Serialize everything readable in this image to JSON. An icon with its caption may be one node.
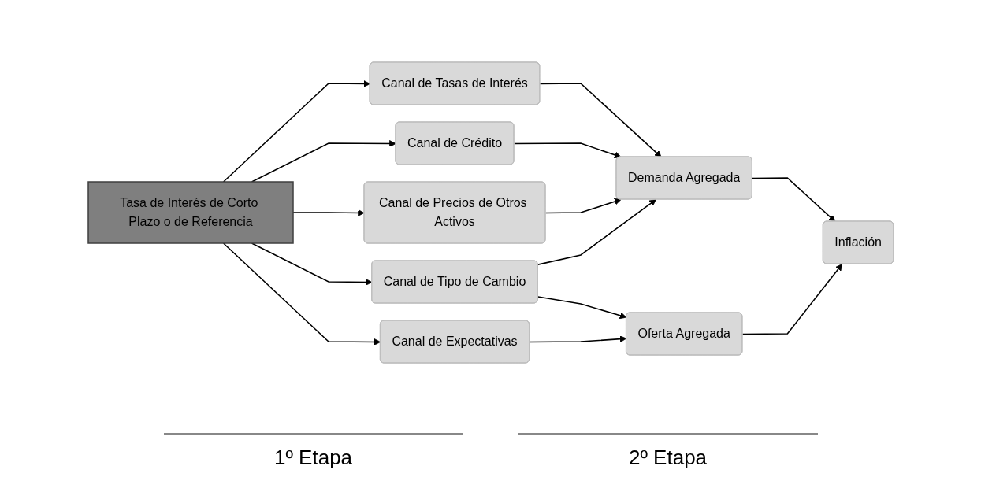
{
  "diagram": {
    "nodes": [
      {
        "text": [
          "Tasa de Interés de Corto Plazo o de Referencia"
        ]
      },
      {
        "text": [
          "Canal de Tasas de Interés"
        ]
      },
      {
        "text": [
          "Canal de Crédito"
        ]
      },
      {
        "text": [
          "Canal de Precios de Otros Activos"
        ]
      },
      {
        "text": [
          "Canal de Tipo de Cambio"
        ]
      },
      {
        "text": [
          "Canal de Expectativas"
        ]
      },
      {
        "text": [
          "Demanda Agregada"
        ]
      },
      {
        "text": [
          "Oferta Agregada"
        ]
      },
      {
        "text": [
          "Inflación"
        ]
      }
    ],
    "edges": [
      {
        "from": 0,
        "to": 1,
        "arrow": "to"
      },
      {
        "from": 0,
        "to": 2,
        "arrow": "to"
      },
      {
        "from": 0,
        "to": 3,
        "arrow": "to"
      },
      {
        "from": 0,
        "to": 4,
        "arrow": "to"
      },
      {
        "from": 0,
        "to": 5,
        "arrow": "to"
      },
      {
        "from": 1,
        "to": 6,
        "arrow": "to"
      },
      {
        "from": 2,
        "to": 6,
        "arrow": "to"
      },
      {
        "from": 3,
        "to": 6,
        "arrow": "to"
      },
      {
        "from": 4,
        "to": 6,
        "arrow": "to"
      },
      {
        "from": 4,
        "to": 7,
        "arrow": "to"
      },
      {
        "from": 5,
        "to": 7,
        "arrow": "to"
      },
      {
        "from": 6,
        "to": 8,
        "arrow": "to"
      },
      {
        "from": 7,
        "to": 8,
        "arrow": "to"
      }
    ],
    "labels": [
      "1º Etapa",
      "2º Etapa"
    ]
  }
}
